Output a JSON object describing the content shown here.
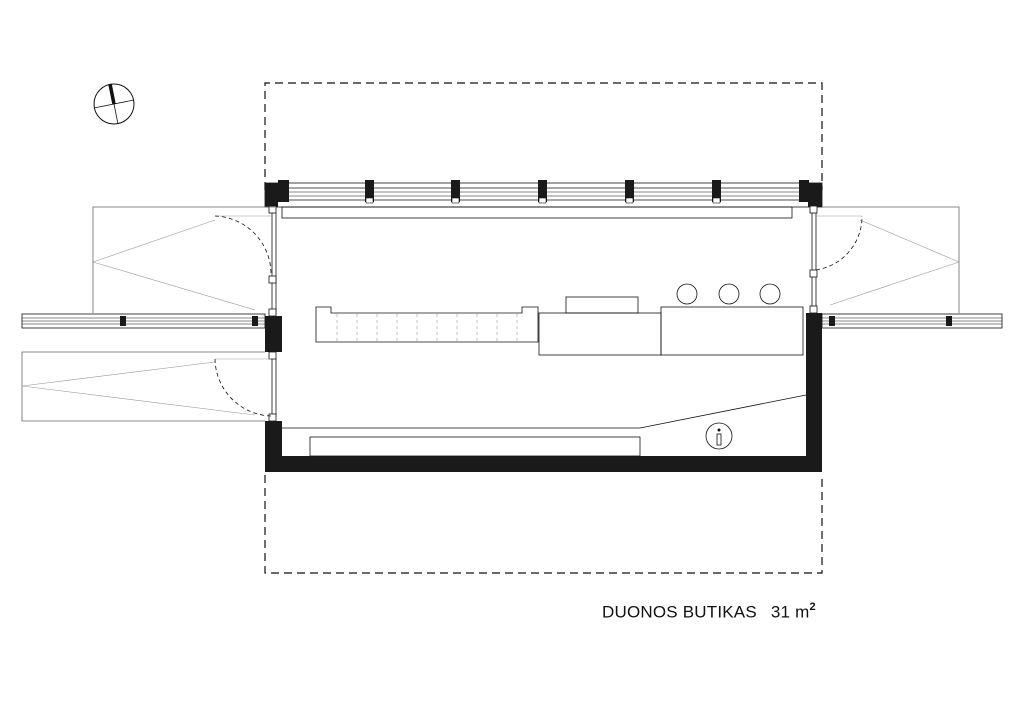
{
  "caption": {
    "title": "DUONOS BUTIKAS",
    "area_value": "31",
    "area_unit": "m",
    "area_exponent": "2"
  },
  "icons": {
    "compass": "north-arrow-icon",
    "sink": "sink-icon"
  },
  "colors": {
    "ink": "#111111",
    "wall": "#1a1a1a",
    "thin_line": "#666666",
    "paper": "#ffffff"
  }
}
